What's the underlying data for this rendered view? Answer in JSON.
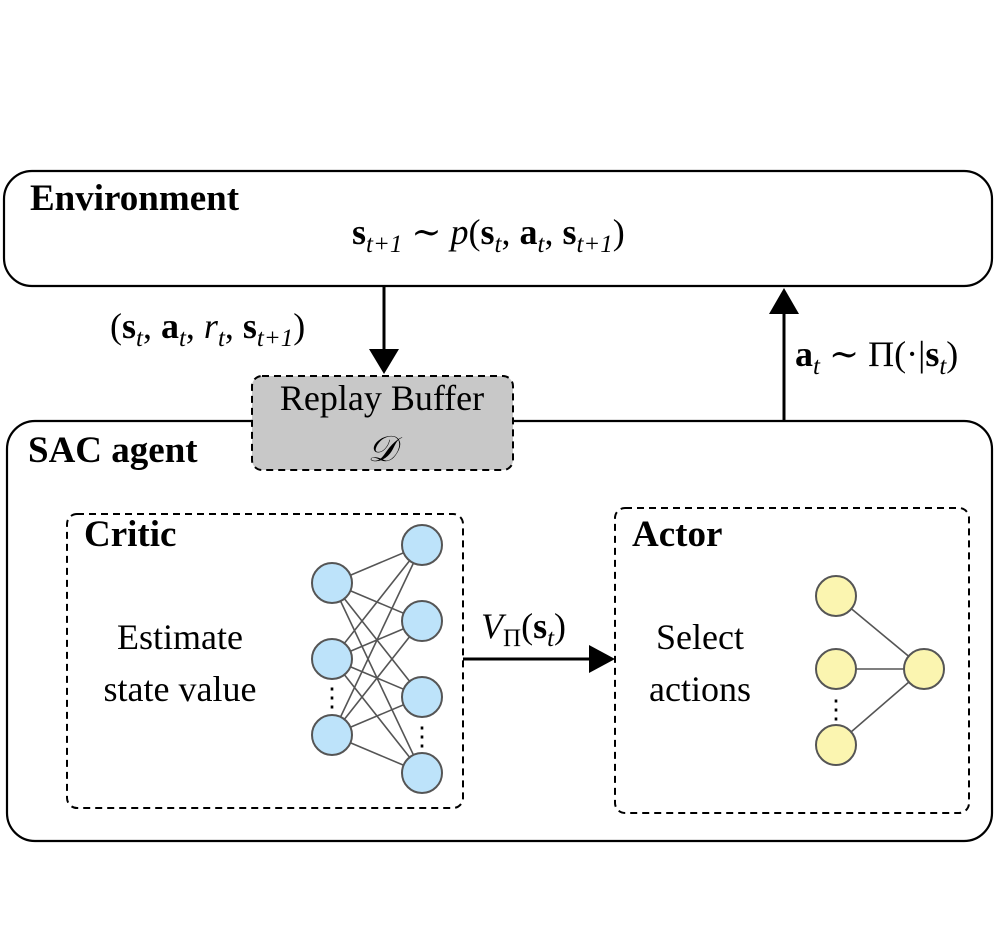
{
  "environment": {
    "title": "Environment",
    "transition": {
      "lhs": "s",
      "lhs_sub": "t+1",
      "op": " ∼ ",
      "fn": "p",
      "open": "(",
      "s1": "s",
      "s1_sub": "t",
      "c1": ", ",
      "a": "a",
      "a_sub": "t",
      "c2": ", ",
      "s2": "s",
      "s2_sub": "t+1",
      "close": ")"
    }
  },
  "transition_tuple": {
    "open": "(",
    "s": "s",
    "s_sub": "t",
    "c1": ", ",
    "a": "a",
    "a_sub": "t",
    "c2": ", ",
    "r": "r",
    "r_sub": "t",
    "c3": ", ",
    "s2": "s",
    "s2_sub": "t+1",
    "close": ")"
  },
  "action_label": {
    "a": "a",
    "a_sub": "t",
    "op": " ∼ Π(·|",
    "s": "s",
    "s_sub": "t",
    "close": ")"
  },
  "replay_buffer": {
    "title": "Replay Buffer",
    "symbol": "𝒟",
    "fill_color": "#c8c8c8"
  },
  "agent": {
    "title": "SAC agent"
  },
  "critic": {
    "title": "Critic",
    "line1": "Estimate",
    "line2": "state value",
    "node_color": "#bde3fa",
    "dots": "⋮"
  },
  "value_label": {
    "v": "V",
    "v_sub": "Π",
    "open": "(",
    "s": "s",
    "s_sub": "t",
    "close": ")"
  },
  "actor": {
    "title": "Actor",
    "line1": "Select",
    "line2": "actions",
    "node_color": "#fbf5b0",
    "dots": "⋮"
  }
}
